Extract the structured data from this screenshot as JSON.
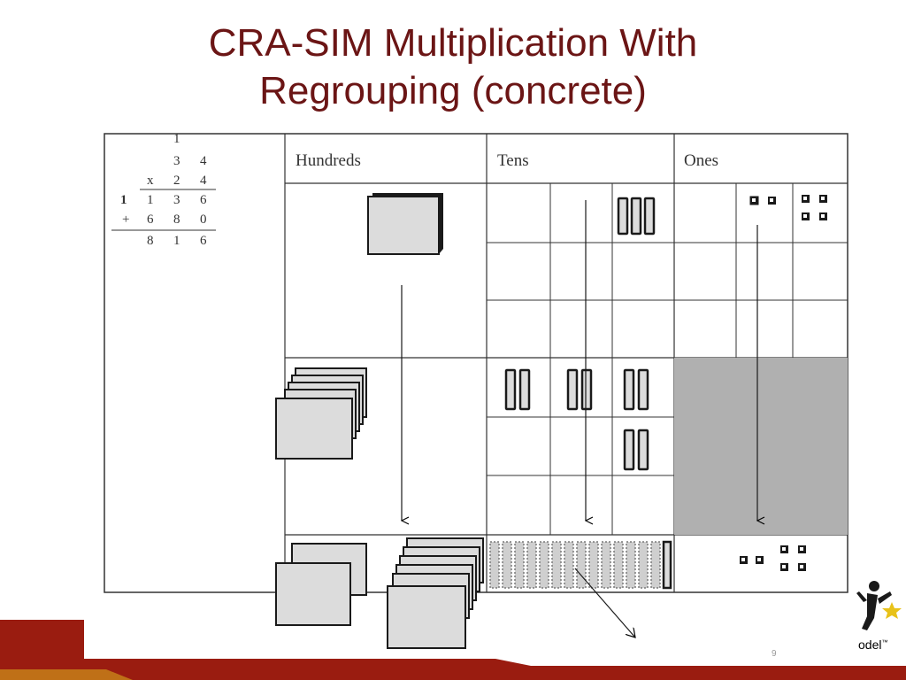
{
  "slide": {
    "title_line1": "CRA-SIM Multiplication With",
    "title_line2": "Regrouping (concrete)",
    "logo_text": "odel",
    "logo_tm": "™",
    "page_number": "9",
    "colors": {
      "title": "#6b1515",
      "bar": "#9a1c10",
      "bar_accent": "#d8a81c"
    }
  },
  "worksheet": {
    "carry_top": "1",
    "row1": [
      "3",
      "4"
    ],
    "op_multiply": "x",
    "row2": [
      "2",
      "4"
    ],
    "carry_left": "1",
    "partial1": [
      "1",
      "3",
      "6"
    ],
    "op_plus": "+",
    "partial2": [
      "6",
      "8",
      "0"
    ],
    "result": [
      "8",
      "1",
      "6"
    ]
  },
  "table": {
    "headers": [
      "Hundreds",
      "Tens",
      "Ones"
    ]
  }
}
